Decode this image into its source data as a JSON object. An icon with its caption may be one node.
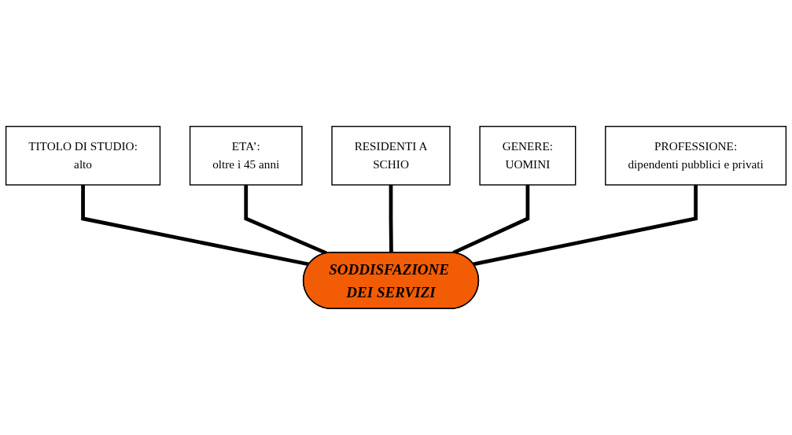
{
  "diagram": {
    "nodes": [
      {
        "text": [
          "RESIDENTI A",
          "SCHIO"
        ]
      },
      {
        "text": [
          "ETA’:",
          "oltre i 45 anni"
        ]
      },
      {
        "text": [
          "GENERE:",
          "UOMINI"
        ]
      },
      {
        "text": [
          "TITOLO DI STUDIO:",
          "alto"
        ]
      },
      {
        "text": [
          "PROFESSIONE:",
          "dipendenti pubblici e privati"
        ]
      },
      {
        "text": [
          "SODDISFAZIONE DEI SERVIZI"
        ]
      }
    ],
    "edges": [
      {
        "from": 3,
        "to": 5,
        "arrow": "none"
      },
      {
        "from": 1,
        "to": 5,
        "arrow": "none"
      },
      {
        "from": 0,
        "to": 5,
        "arrow": "none"
      },
      {
        "from": 2,
        "to": 5,
        "arrow": "none"
      },
      {
        "from": 4,
        "to": 5,
        "arrow": "none"
      }
    ]
  }
}
